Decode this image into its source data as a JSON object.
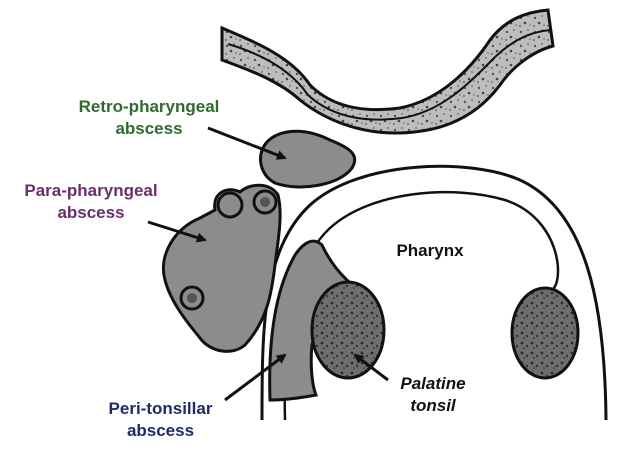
{
  "labels": {
    "retro": {
      "line1": "Retro-pharyngeal",
      "line2": "abscess"
    },
    "para": {
      "line1": "Para-pharyngeal",
      "line2": "abscess"
    },
    "peri": {
      "line1": "Peri-tonsillar",
      "line2": "abscess"
    },
    "pharynx": "Pharynx",
    "tonsil": {
      "line1": "Palatine",
      "line2": "tonsil"
    }
  },
  "colors": {
    "retro_label": "#2e6b2e",
    "para_label": "#6a2d6e",
    "peri_label": "#1f2a6b",
    "text_black": "#111111",
    "abscess_fill": "#8c8c8c",
    "outline": "#111111",
    "background": "#ffffff"
  }
}
